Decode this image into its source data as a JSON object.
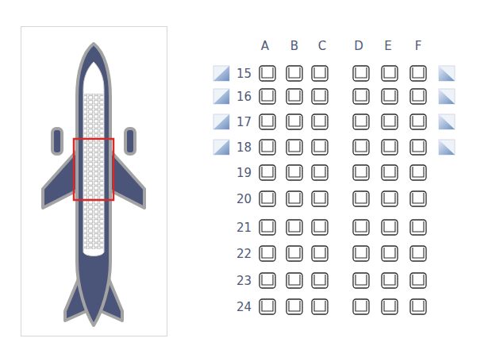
{
  "diagram": {
    "labels": [
      "A",
      "B",
      "C",
      "D",
      "E",
      "F",
      "15",
      "16",
      "17",
      "18",
      "19",
      "20",
      "21",
      "22",
      "23",
      "24"
    ]
  }
}
